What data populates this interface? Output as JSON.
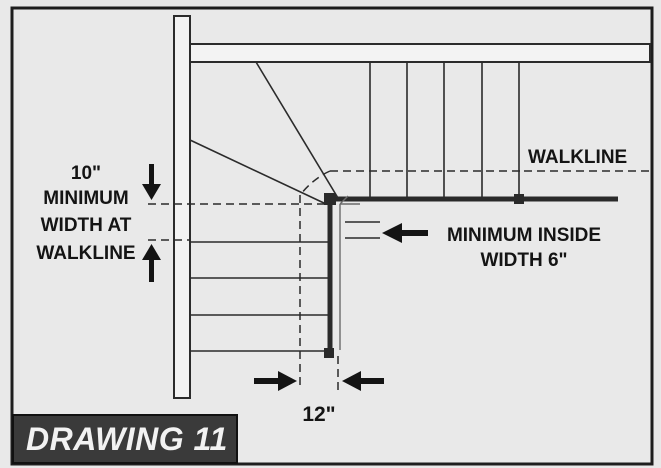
{
  "colors": {
    "background": "#e9e9e9",
    "line": "#2b2b2b",
    "handrail": "#2a2a2a",
    "badge_bg": "#3a3a3a",
    "badge_text": "#f2f2f2"
  },
  "labels": {
    "walkline": "WALKLINE",
    "min_width_line1": "10\"",
    "min_width_line2": "MINIMUM",
    "min_width_line3": "WIDTH AT",
    "min_width_line4": "WALKLINE",
    "min_inside_line1": "MINIMUM INSIDE",
    "min_inside_line2": "WIDTH 6\"",
    "bottom_dim": "12\""
  },
  "badge": {
    "title": "DRAWING 11"
  },
  "icons": {
    "arrow_down": "arrow-down-icon",
    "arrow_up": "arrow-up-icon",
    "arrow_left": "arrow-left-icon",
    "arrow_right": "arrow-right-icon"
  }
}
